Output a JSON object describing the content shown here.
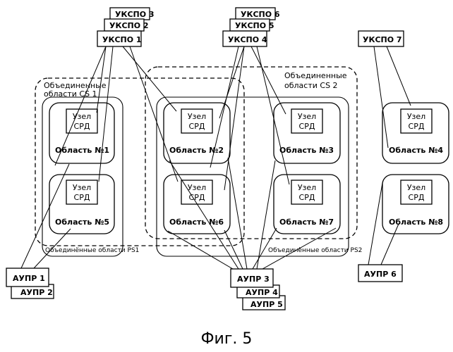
{
  "caption": "Фиг. 5",
  "ukspo": {
    "u1": "УКСПО 1",
    "u2": "УКСПО 2",
    "u3": "УКСПО 3",
    "u4": "УКСПО 4",
    "u5": "УКСПО 5",
    "u6": "УКСПО 6",
    "u7": "УКСПО 7"
  },
  "aupr": {
    "a1": "АУПР 1",
    "a2": "АУПР 2",
    "a3": "АУПР 3",
    "a4": "АУПР 4",
    "a5": "АУПР 5",
    "a6": "АУПР 6"
  },
  "node": {
    "line1": "Узел",
    "line2": "СРД"
  },
  "areas": {
    "a1": "Область №1",
    "a2": "Область №2",
    "a3": "Область №3",
    "a4": "Область №4",
    "a5": "Область №5",
    "a6": "Область №6",
    "a7": "Область №7",
    "a8": "Область №8"
  },
  "cs1": {
    "line1": "Объединенные",
    "line2": "области CS 1"
  },
  "cs2": {
    "line1": "Объединенные",
    "line2": "области  CS 2"
  },
  "ps1": "Объединённые области PS1",
  "ps2": "Объединённые области PS2"
}
